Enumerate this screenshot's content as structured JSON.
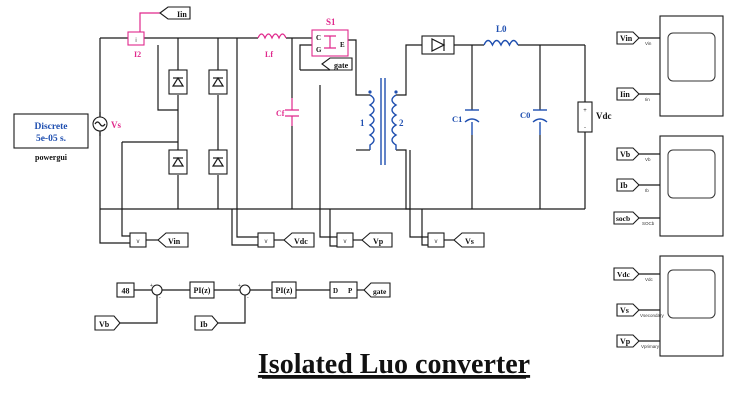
{
  "title": "Isolated Luo converter",
  "powergui": {
    "line1": "Discrete",
    "line2": "5e-05 s.",
    "label": "powergui"
  },
  "labels": {
    "vs": "Vs",
    "i2": "I2",
    "lf": "Lf",
    "cf": "Cf",
    "s1": "S1",
    "s1_g": "G",
    "s1_c": "C",
    "s1_e": "E",
    "s1_mark": "E",
    "winding_1": "1",
    "winding_2": "2",
    "c1": "C1",
    "l0": "L0",
    "c0": "C0",
    "vdc_load": "Vdc"
  },
  "goto_tags": {
    "iin": "Iin",
    "gate_top": "gate",
    "vin": "Vin",
    "vdc": "Vdc",
    "vp": "Vp",
    "vs": "Vs",
    "gate_ctrl": "gate"
  },
  "meas_port": "v",
  "control": {
    "constant": "48",
    "pi1": "PI(z)",
    "pi2": "PI(z)",
    "pwm_left": "D",
    "pwm_right": "P",
    "from_vb": "Vb",
    "from_ib": "Ib",
    "sum_sign1": "+",
    "sum_sign2": "-",
    "sum_sign3": "+",
    "sum_sign4": "-"
  },
  "scopes": [
    {
      "inputs": [
        {
          "tag": "Vin",
          "sig": "Vin"
        },
        {
          "tag": "Iin",
          "sig": "Iin"
        }
      ]
    },
    {
      "inputs": [
        {
          "tag": "Vb",
          "sig": "Vb"
        },
        {
          "tag": "Ib",
          "sig": "Ib"
        },
        {
          "tag": "socb",
          "sig": "SOCb"
        }
      ]
    },
    {
      "inputs": [
        {
          "tag": "Vdc",
          "sig": "Vdc"
        },
        {
          "tag": "Vs",
          "sig": "Vsecondary"
        },
        {
          "tag": "Vp",
          "sig": "Vprimary"
        }
      ]
    }
  ]
}
